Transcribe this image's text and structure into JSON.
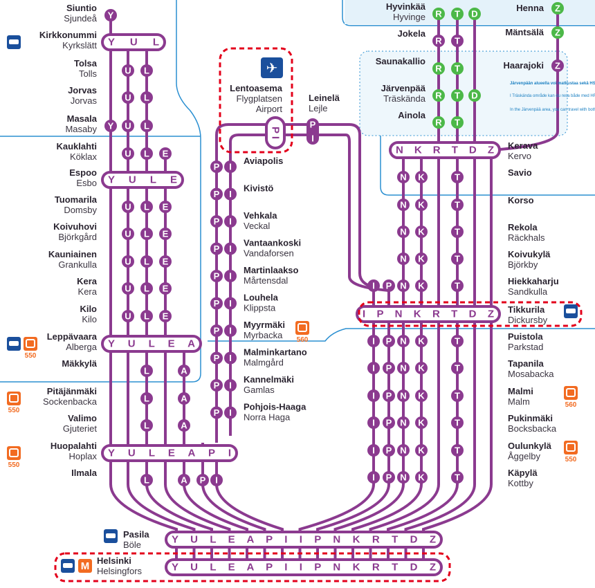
{
  "colors": {
    "line": "#8b3a8f",
    "green": "#4cb848",
    "zone": "#2a8fd1",
    "highlight": "#e3001b",
    "bus": "#f26b21",
    "train": "#1a4f9c"
  },
  "west": [
    {
      "fi": "Siuntio",
      "sv": "Sjundeå",
      "stops": [
        "Y"
      ]
    },
    {
      "fi": "Kirkkonummi",
      "sv": "Kyrkslätt",
      "pill": "Y U L",
      "icons": [
        "train-icon"
      ]
    },
    {
      "fi": "Tolsa",
      "sv": "Tolls",
      "stops": [
        "U",
        "L"
      ]
    },
    {
      "fi": "Jorvas",
      "sv": "Jorvas",
      "stops": [
        "U",
        "L"
      ]
    },
    {
      "fi": "Masala",
      "sv": "Masaby",
      "stops": [
        "Y",
        "U",
        "L"
      ]
    },
    {
      "fi": "Kauklahti",
      "sv": "Köklax",
      "stops": [
        "U",
        "L",
        "E"
      ]
    },
    {
      "fi": "Espoo",
      "sv": "Esbo",
      "pill": "Y U L E"
    },
    {
      "fi": "Tuomarila",
      "sv": "Domsby",
      "stops": [
        "U",
        "L",
        "E"
      ]
    },
    {
      "fi": "Koivuhovi",
      "sv": "Björkgård",
      "stops": [
        "U",
        "L",
        "E"
      ]
    },
    {
      "fi": "Kauniainen",
      "sv": "Grankulla",
      "stops": [
        "U",
        "L",
        "E"
      ]
    },
    {
      "fi": "Kera",
      "sv": "Kera",
      "stops": [
        "U",
        "L",
        "E"
      ]
    },
    {
      "fi": "Kilo",
      "sv": "Kilo",
      "stops": [
        "U",
        "L",
        "E"
      ]
    },
    {
      "fi": "Leppävaara",
      "sv": "Alberga",
      "pill": "Y U L E A",
      "icons": [
        "train-icon",
        "bus-icon"
      ],
      "bus": "550"
    },
    {
      "fi": "Mäkkylä",
      "sv": "",
      "stops": [
        "L",
        "A"
      ]
    },
    {
      "fi": "Pitäjänmäki",
      "sv": "Sockenbacka",
      "stops": [
        "L",
        "A"
      ],
      "icons": [
        "bus-icon"
      ],
      "bus": "550"
    },
    {
      "fi": "Valimo",
      "sv": "Gjuteriet",
      "stops": [
        "L",
        "A"
      ]
    },
    {
      "fi": "Huopalahti",
      "sv": "Hoplax",
      "pill": "Y U L E A P I",
      "icons": [
        "bus-icon"
      ],
      "bus": "550"
    },
    {
      "fi": "Ilmala",
      "sv": "",
      "stops": [
        "L",
        "A",
        "P",
        "I"
      ]
    }
  ],
  "ring": [
    {
      "fi": "Aviapolis",
      "sv": ""
    },
    {
      "fi": "Kivistö",
      "sv": ""
    },
    {
      "fi": "Vehkala",
      "sv": "Veckal"
    },
    {
      "fi": "Vantaankoski",
      "sv": "Vandaforsen"
    },
    {
      "fi": "Martinlaakso",
      "sv": "Mårtensdal"
    },
    {
      "fi": "Louhela",
      "sv": "Klippsta"
    },
    {
      "fi": "Myyrmäki",
      "sv": "Myrbacka",
      "bus": "560"
    },
    {
      "fi": "Malminkartano",
      "sv": "Malmgård"
    },
    {
      "fi": "Kannelmäki",
      "sv": "Gamlas"
    },
    {
      "fi": "Pohjois-Haaga",
      "sv": "Norra Haga"
    }
  ],
  "airport": {
    "fi": "Lentoasema",
    "sv": "Flygplatsen",
    "en": "Airport",
    "pill": "P I"
  },
  "leinela": {
    "fi": "Leinelä",
    "sv": "Lejle"
  },
  "north": [
    {
      "fi": "Hyvinkää",
      "sv": "Hyvinge",
      "stops": [
        "R",
        "T",
        "D"
      ],
      "green": true
    },
    {
      "fi": "Jokela",
      "sv": "",
      "stops": [
        "R",
        "T"
      ],
      "green": false
    },
    {
      "fi": "Saunakallio",
      "sv": "",
      "stops": [
        "R",
        "T"
      ],
      "green": true
    },
    {
      "fi": "Järvenpää",
      "sv": "Träskända",
      "stops": [
        "R",
        "T",
        "D"
      ],
      "green": true
    },
    {
      "fi": "Ainola",
      "sv": "",
      "stops": [
        "R",
        "T"
      ],
      "green": true
    }
  ],
  "lahti": [
    {
      "fi": "Henna",
      "green": true
    },
    {
      "fi": "Mäntsälä",
      "green": true
    },
    {
      "fi": "Haarajoki",
      "green": false
    }
  ],
  "info": {
    "fi": "Järvenpään alueella voi matkustaa sekä HSL:n että VR:n lipulla.",
    "sv": "I Träskända område kan du resa både med HRT:s och med VR:s biljett.",
    "en": "In the Järvenpää area, you can travel with both HSL and VR tickets."
  },
  "east": [
    {
      "fi": "Kerava",
      "sv": "Kervo",
      "pill": "N K R T D Z"
    },
    {
      "fi": "Savio",
      "sv": "",
      "stops": [
        "N",
        "K",
        "T"
      ]
    },
    {
      "fi": "Korso",
      "sv": "",
      "stops": [
        "N",
        "K",
        "T"
      ]
    },
    {
      "fi": "Rekola",
      "sv": "Räckhals",
      "stops": [
        "N",
        "K",
        "T"
      ]
    },
    {
      "fi": "Koivukylä",
      "sv": "Björkby",
      "stops": [
        "N",
        "K",
        "T"
      ]
    },
    {
      "fi": "Hiekkaharju",
      "sv": "Sandkulla",
      "stops": [
        "I",
        "P",
        "N",
        "K",
        "T"
      ]
    },
    {
      "fi": "Tikkurila",
      "sv": "Dickursby",
      "pill": "I P N K R T D Z",
      "icons": [
        "train-icon"
      ]
    },
    {
      "fi": "Puistola",
      "sv": "Parkstad",
      "stops": [
        "I",
        "P",
        "N",
        "K",
        "T"
      ]
    },
    {
      "fi": "Tapanila",
      "sv": "Mosabacka",
      "stops": [
        "I",
        "P",
        "N",
        "K",
        "T"
      ]
    },
    {
      "fi": "Malmi",
      "sv": "Malm",
      "stops": [
        "I",
        "P",
        "N",
        "K",
        "T"
      ],
      "icons": [
        "bus-icon"
      ],
      "bus": "560"
    },
    {
      "fi": "Pukinmäki",
      "sv": "Bocksbacka",
      "stops": [
        "I",
        "P",
        "N",
        "K",
        "T"
      ]
    },
    {
      "fi": "Oulunkylä",
      "sv": "Åggelby",
      "stops": [
        "I",
        "P",
        "N",
        "K",
        "T"
      ],
      "icons": [
        "bus-icon"
      ],
      "bus": "550"
    },
    {
      "fi": "Käpylä",
      "sv": "Kottby",
      "stops": [
        "I",
        "P",
        "N",
        "K",
        "T"
      ]
    }
  ],
  "pasila": {
    "fi": "Pasila",
    "sv": "Böle",
    "pill": "Y U L E A P I I P N K R T D Z"
  },
  "helsinki": {
    "fi": "Helsinki",
    "sv": "Helsingfors",
    "pill": "Y U L E A P I I P N K R T D Z",
    "metro": "M"
  }
}
